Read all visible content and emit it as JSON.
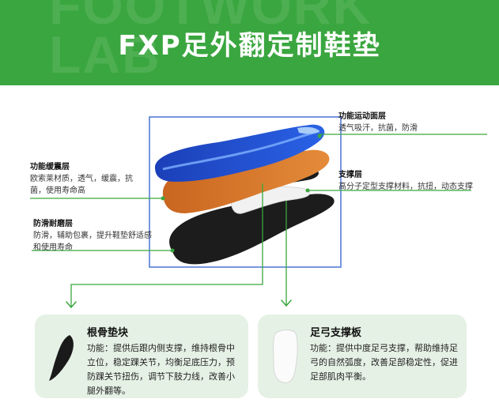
{
  "header": {
    "watermark_line1": "FOOTWORK",
    "watermark_line2": "LAB",
    "title": "FXP足外翻定制鞋垫"
  },
  "layers": {
    "surface": {
      "title": "功能运动面层",
      "desc": "透气吸汗，抗菌，防滑"
    },
    "cushion": {
      "title": "功能缓震层",
      "desc": "欧索莱材质，透气，缓震，抗菌，使用寿命高"
    },
    "support": {
      "title": "支撑层",
      "desc": "高分子定型支撑材料，抗扭，动态支撑"
    },
    "antislip": {
      "title": "防滑耐磨层",
      "desc": "防滑，辅助包裹，提升鞋垫舒适感和使用寿命"
    }
  },
  "cards": {
    "heel": {
      "title": "根骨垫块",
      "desc": "功能：提供后跟内侧支撑，维持根骨中立位，稳定踝关节，均衡足底压力，预防踝关节扭伤，调节下肢力线，改善小腿外翻等。"
    },
    "arch": {
      "title": "足弓支撑板",
      "desc": "功能：提供中度足弓支撑，帮助维持足弓的自然弧度，改善足部稳定性，促进足部肌肉平衡。"
    }
  },
  "colors": {
    "brand_green": "#3aa63f",
    "line_green": "#3aa63f",
    "frame_blue": "#4a73d6",
    "surface_blue": "#1f4fd0",
    "cushion_orange": "#d9782b",
    "support_white": "#eeeeee",
    "base_black": "#1c1c1c",
    "card_bg": "#e6f1e6"
  },
  "icons": {
    "heel_pad": "heel-pad-icon",
    "arch_plate": "arch-plate-icon"
  }
}
